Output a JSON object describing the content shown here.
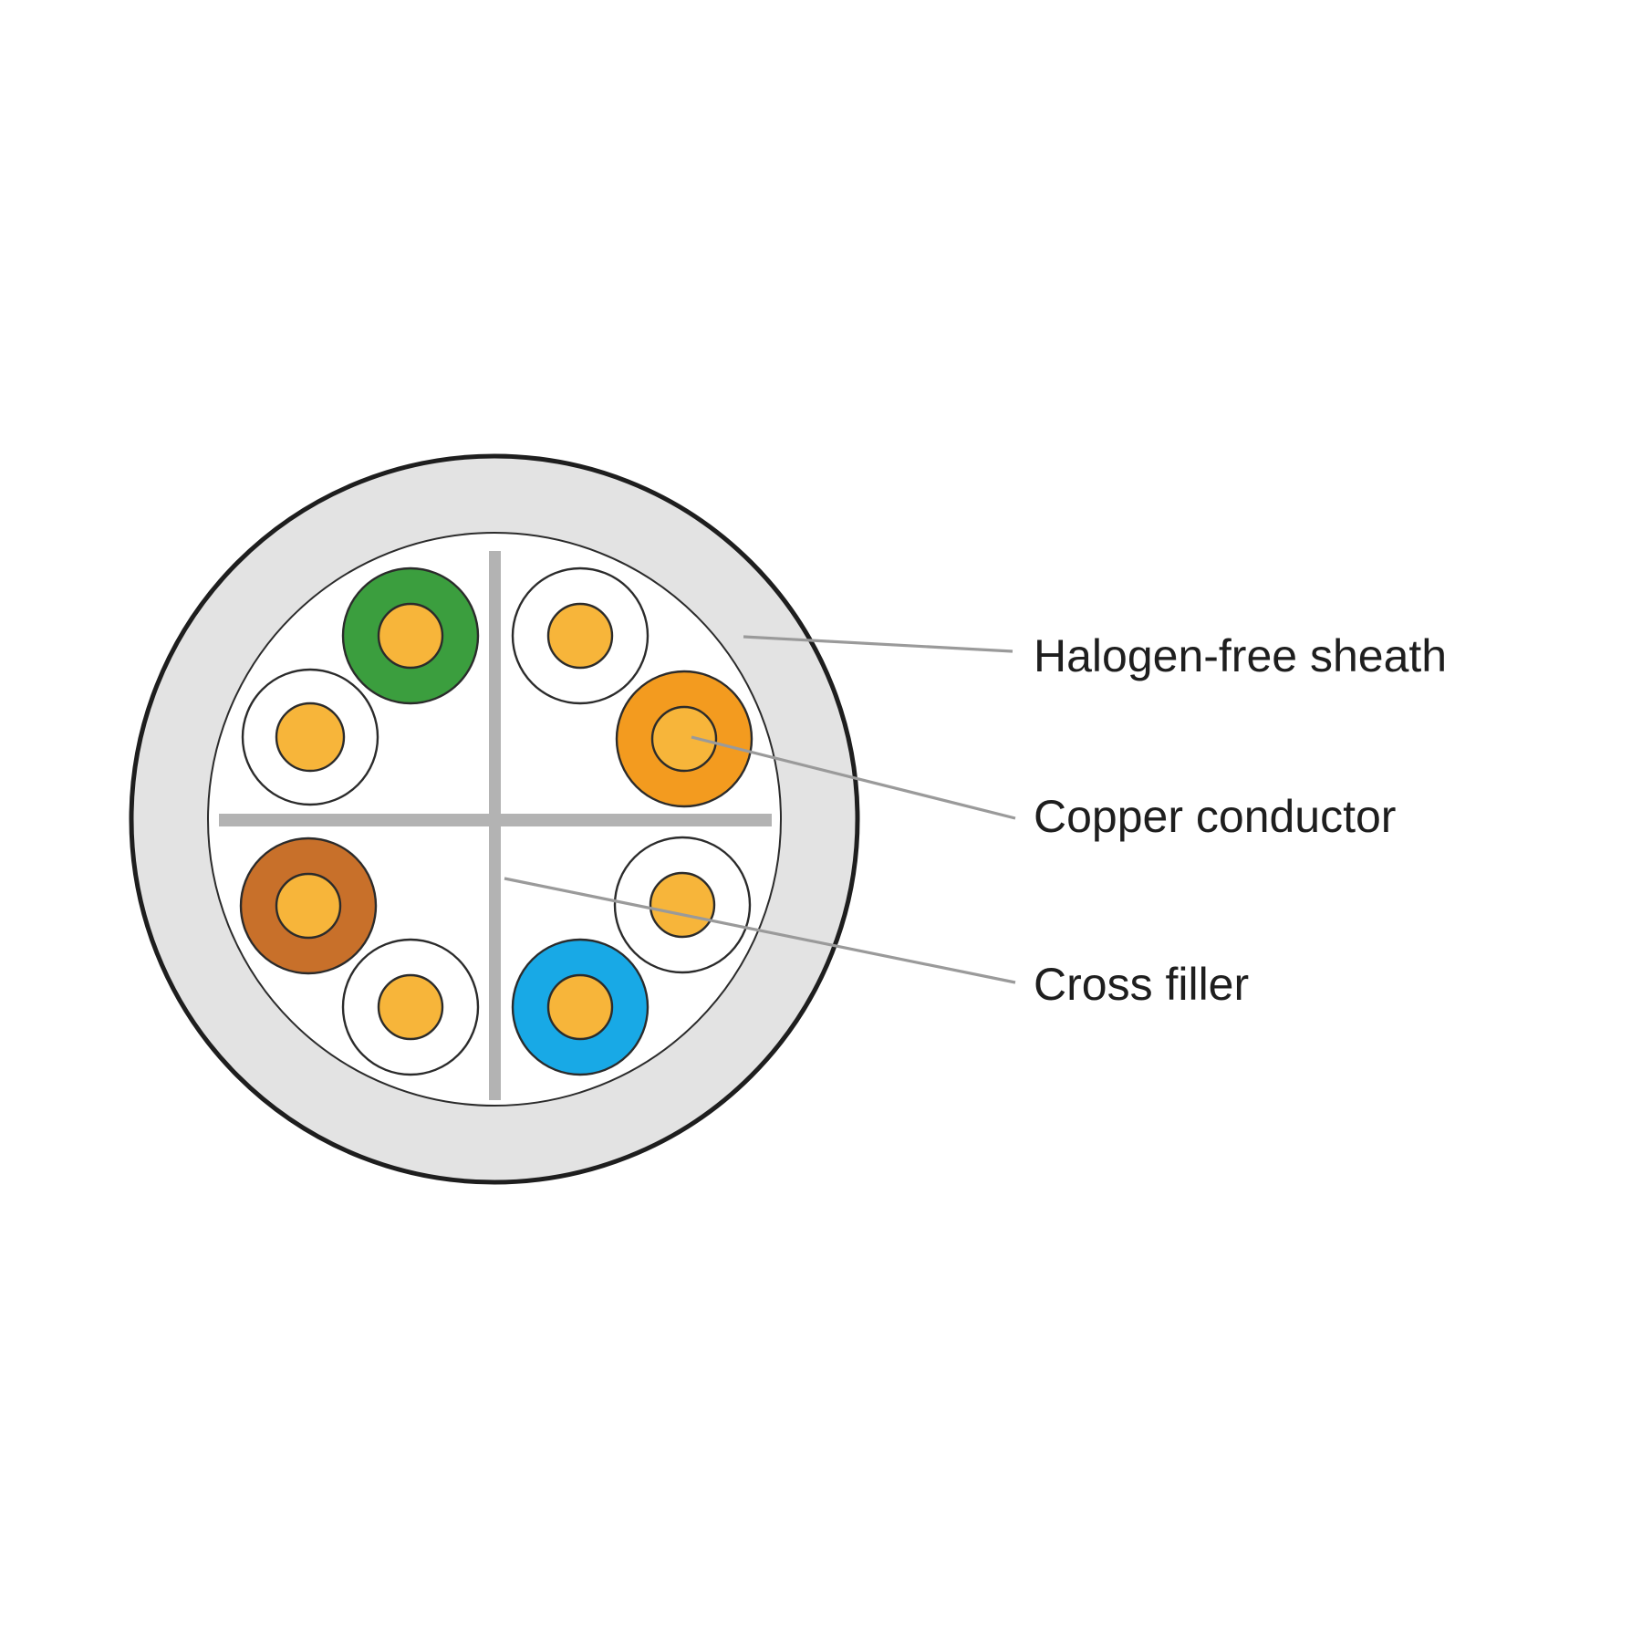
{
  "labels": {
    "sheath": "Halogen-free sheath",
    "conductor": "Copper conductor",
    "filler": "Cross filler"
  },
  "colors": {
    "background": "#ffffff",
    "sheath": "#e3e3e3",
    "sheath_outline": "#1e1e1e",
    "core_fill": "#ffffff",
    "cross_filler": "#b3b3b3",
    "copper": "#f7b53a",
    "leader_line": "#9a9a9a",
    "wire_green": "#3b9e3e",
    "wire_orange": "#f39b1f",
    "wire_brown": "#c8702a",
    "wire_blue": "#18a9e6",
    "wire_white": "#ffffff"
  },
  "wires": [
    {
      "name": "green",
      "insulation_color": "wire_green"
    },
    {
      "name": "white-green",
      "insulation_color": "wire_white"
    },
    {
      "name": "white-orange",
      "insulation_color": "wire_white"
    },
    {
      "name": "orange",
      "insulation_color": "wire_orange"
    },
    {
      "name": "brown",
      "insulation_color": "wire_brown"
    },
    {
      "name": "white-brown",
      "insulation_color": "wire_white"
    },
    {
      "name": "white-blue",
      "insulation_color": "wire_white"
    },
    {
      "name": "blue",
      "insulation_color": "wire_blue"
    }
  ]
}
